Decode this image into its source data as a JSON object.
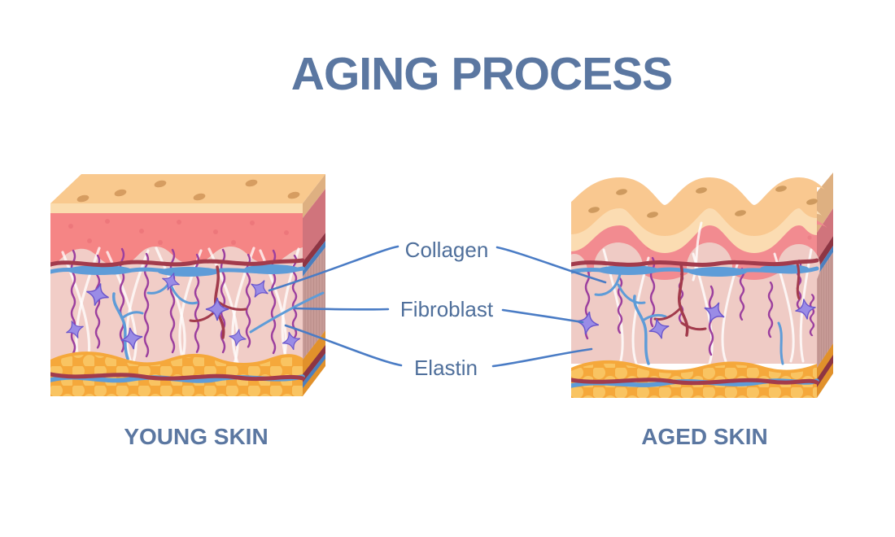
{
  "title": "AGING PROCESS",
  "annotations": [
    {
      "id": "collagen",
      "label": "Collagen"
    },
    {
      "id": "fibroblast",
      "label": "Fibroblast"
    },
    {
      "id": "elastin",
      "label": "Elastin"
    }
  ],
  "panels": [
    {
      "id": "young-skin",
      "caption": "YOUNG SKIN"
    },
    {
      "id": "aged-skin",
      "caption": "AGED SKIN"
    }
  ],
  "palette": {
    "heading_text": "#5B77A1",
    "annotation_text": "#4F6F9B",
    "leader_line_blue": "#4A7CC5",
    "skin_surface_orange": "#F9C98E",
    "pore_tan": "#D69D61",
    "epidermis_pink": "#F58585",
    "aged_epidermis_pink": "#F28B90",
    "dermis_pink": "#F1CDC7",
    "hypodermis_fat_orange": "#F5A83B",
    "fat_bubble_yellow": "#F9C462",
    "collagen_fiber_white": "#FFFFFF",
    "elastin_fiber_purple": "#9C3F9E",
    "fibroblast_purple": "#9A8CE6",
    "blood_vessel_red": "#A23B4C",
    "blood_vessel_blue": "#5E9CD8"
  }
}
